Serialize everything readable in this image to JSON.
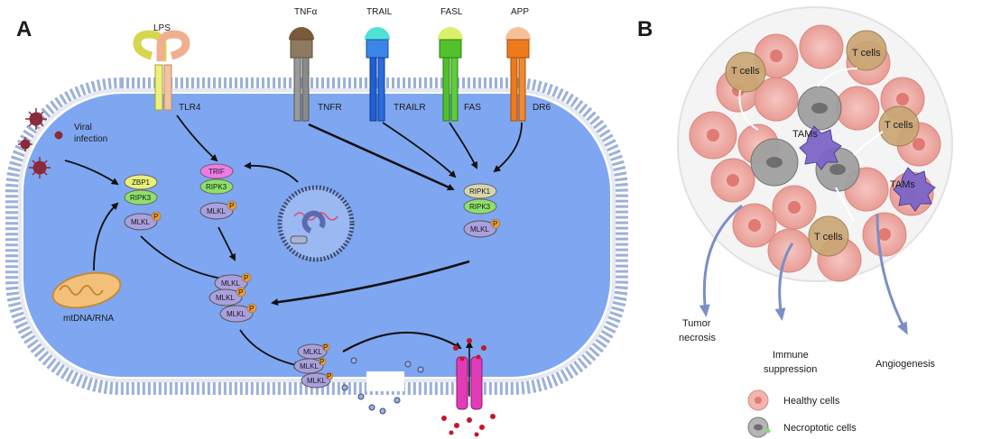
{
  "panels": {
    "a": "A",
    "b": "B"
  },
  "ligands": {
    "lps": "LPS",
    "tnfa": "TNFα",
    "trail": "TRAIL",
    "fasl": "FASL",
    "app": "APP"
  },
  "receptors": {
    "tlr4": "TLR4",
    "tnfr": "TNFR",
    "trailr": "TRAILR",
    "fas": "FAS",
    "dr6": "DR6"
  },
  "labels": {
    "viral_line1": "Viral",
    "viral_line2": "infection",
    "mtdna": "mtDNA/RNA"
  },
  "nodes": {
    "zbp1": "ZBP1",
    "ripk3": "RIPK3",
    "mlkl": "MLKL",
    "trif": "TRIF",
    "ripk1": "RIPK1",
    "p": "P"
  },
  "panel_b": {
    "t_cells": "T cells",
    "tams": "TAMs",
    "outcome_tumor_l1": "Tumor",
    "outcome_tumor_l2": "necrosis",
    "outcome_immune_l1": "Immune",
    "outcome_immune_l2": "suppression",
    "outcome_angio": "Angiogenesis",
    "legend_healthy": "Healthy cells",
    "legend_necroptotic": "Necroptotic cells"
  },
  "colors": {
    "cytoplasm": "#7fa6f0",
    "membrane_head": "#8ea6d6",
    "tnf": "#7a5a3a",
    "trail": "#1e5fd6",
    "fas": "#4fc22a",
    "app": "#ef7a1c",
    "lps": "#eef07a",
    "zbp1": "#e8f07a",
    "ripk3": "#8de06a",
    "mlkl": "#a9a0dd",
    "trif": "#ee7ae6",
    "ripk1": "#d8d6b0",
    "phospho": "#f39a2a",
    "channel": "#e23bb8",
    "virus": "#8a2b3a",
    "tumor_cell": "#f0b0aa",
    "t_cell": "#c9a673",
    "tam": "#7d65c8"
  }
}
